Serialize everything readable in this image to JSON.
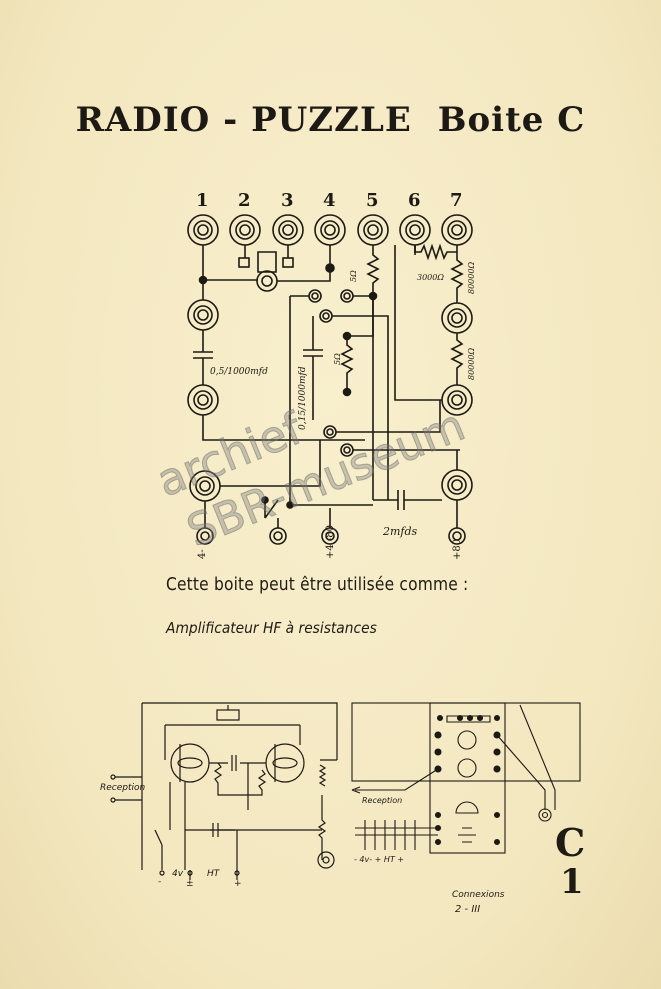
{
  "header": {
    "title_main": "RADIO - PUZZLE",
    "title_box": "Boite C"
  },
  "terminals": [
    "1",
    "2",
    "3",
    "4",
    "5",
    "6",
    "7"
  ],
  "component_labels": {
    "cap1": "0,5/1000mfd",
    "cap2": "0,15/1000mfd",
    "res1": "5Ω",
    "res2": "5Ω",
    "res3": "3000Ω",
    "res4": "80000Ω",
    "res5": "80000Ω",
    "cap3": "2mfds"
  },
  "bottom_terminals": {
    "t1": "4-",
    "t2": "+4 -80",
    "t3": "+80"
  },
  "usage": {
    "intro": "Cette boite peut être utilisée comme :",
    "item": "Amplificateur HF à resistances"
  },
  "schematic": {
    "reception": "Reception",
    "minus": "-",
    "four_v": "4v",
    "plus_minus": "±",
    "ht": "HT",
    "plus": "+"
  },
  "connexions": {
    "reception": "Reception",
    "labels": "- 4v- + HT +",
    "caption": "Connexions",
    "ref": "2 - III"
  },
  "plate_id": {
    "letter": "C",
    "number": "1"
  },
  "watermark": {
    "line1": "archief",
    "line2": "SBR-museum"
  }
}
